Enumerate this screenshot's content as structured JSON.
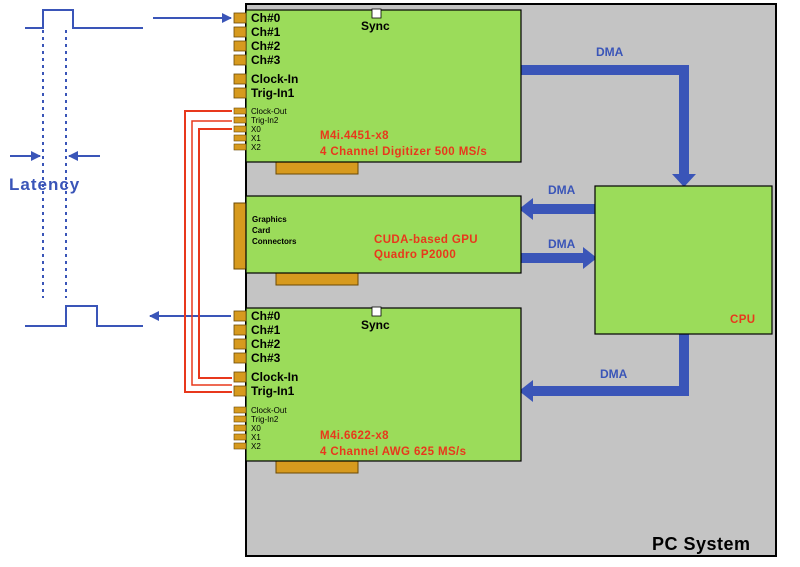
{
  "pc_system": {
    "label": "PC System"
  },
  "latency": {
    "label": "Latency"
  },
  "digitizer": {
    "model": "M4i.4451-x8",
    "description": "4 Channel Digitizer 500 MS/s",
    "sync_label": "Sync",
    "ports_main": [
      "Ch#0",
      "Ch#1",
      "Ch#2",
      "Ch#3"
    ],
    "ports_clock": [
      "Clock-In",
      "Trig-In1"
    ],
    "ports_small": [
      "Clock-Out",
      "Trig-In2",
      "X0",
      "X1",
      "X2"
    ]
  },
  "gpu": {
    "connectors_lines": [
      "Graphics",
      "Card",
      "Connectors"
    ],
    "name": "CUDA-based GPU",
    "model": "Quadro P2000"
  },
  "awg": {
    "model": "M4i.6622-x8",
    "description": "4 Channel AWG 625 MS/s",
    "sync_label": "Sync",
    "ports_main": [
      "Ch#0",
      "Ch#1",
      "Ch#2",
      "Ch#3"
    ],
    "ports_clock": [
      "Clock-In",
      "Trig-In1"
    ],
    "ports_small": [
      "Clock-Out",
      "Trig-In2",
      "X0",
      "X1",
      "X2"
    ]
  },
  "cpu": {
    "label": "CPU"
  },
  "dma": {
    "digitizer_to_cpu": "DMA",
    "cpu_to_gpu": "DMA",
    "gpu_to_cpu": "DMA",
    "cpu_to_awg": "DMA"
  },
  "colors": {
    "card_fill": "#9bdc5a",
    "pc_fill": "#c4c4c4",
    "connector": "#d79a1e",
    "arrow_blue": "#3a55b8",
    "wire_red": "#e8381c",
    "label_red": "#e8381c"
  }
}
